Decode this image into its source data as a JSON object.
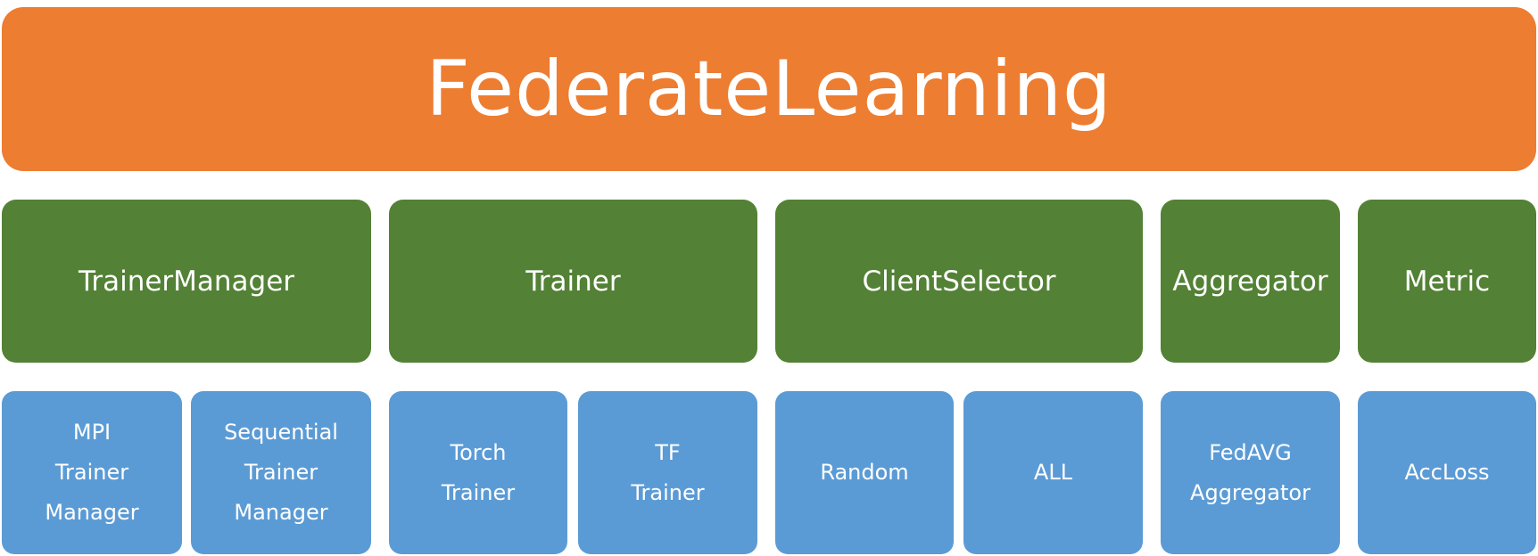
{
  "title": "FederateLearning",
  "colors": {
    "top": "#ed7d31",
    "middle": "#538135",
    "bottom": "#5b9bd5",
    "text": "#ffffff"
  },
  "modules": [
    {
      "label": "TrainerManager",
      "children": [
        "MPI\nTrainer\nManager",
        "Sequential\nTrainer\nManager"
      ]
    },
    {
      "label": "Trainer",
      "children": [
        "Torch\nTrainer",
        "TF\nTrainer"
      ]
    },
    {
      "label": "ClientSelector",
      "children": [
        "Random",
        "ALL"
      ]
    },
    {
      "label": "Aggregator",
      "children": [
        "FedAVG\nAggregator"
      ]
    },
    {
      "label": "Metric",
      "children": [
        "AccLoss"
      ]
    }
  ]
}
